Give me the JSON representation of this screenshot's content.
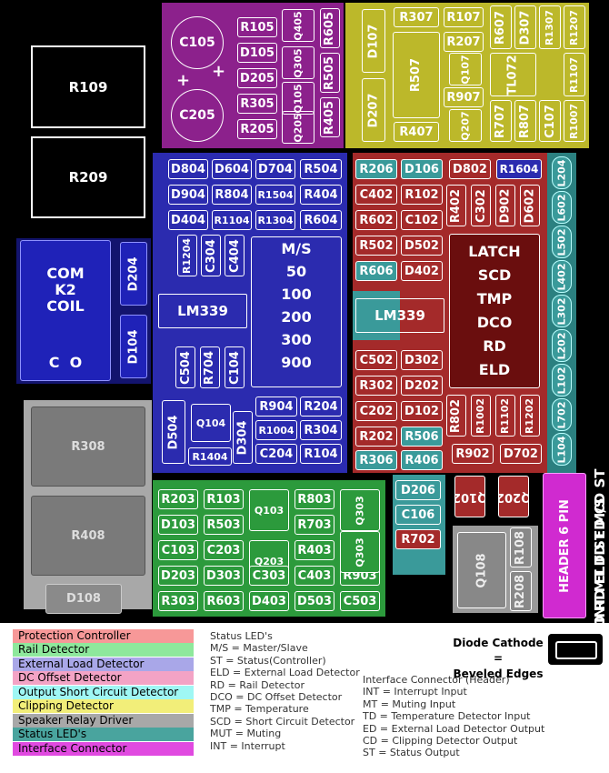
{
  "colors": {
    "protection": "#f79898",
    "rail": "#8ee89c",
    "external_load": "#a9a7e8",
    "dc_offset": "#f3a3c5",
    "short_circuit": "#9ff7f4",
    "clipping": "#f2ee79",
    "relay": "#a8a8a8",
    "status_led": "#49a49e",
    "interface": "#e04ae0"
  },
  "board": {
    "relay_block": {
      "r109": "R109",
      "r209": "R209",
      "r308": "R308",
      "r408": "R408",
      "d108": "D108"
    },
    "dc_block": {
      "c105": "C105",
      "c205": "C205",
      "plus": "+",
      "parts": [
        "R105",
        "D105",
        "D205",
        "R305",
        "R205",
        "Q405",
        "Q305",
        "Q105",
        "Q205",
        "R605",
        "R505",
        "R405"
      ]
    },
    "clip_block": {
      "parts": [
        "R307",
        "R107",
        "R607",
        "D307",
        "R1307",
        "D107",
        "R207",
        "R1207",
        "R507",
        "R907",
        "D207",
        "R707",
        "R807",
        "C107",
        "R1107",
        "R407",
        "Q107",
        "Q207",
        "R1007",
        "TL072"
      ]
    },
    "coil_block": {
      "com": "COM",
      "k2": "K2",
      "coil": "COIL",
      "c": "C",
      "o": "O",
      "d204": "D204",
      "d104": "D104"
    },
    "load_block": {
      "parts": [
        "D804",
        "D604",
        "D704",
        "R504",
        "D904",
        "R804",
        "R1504",
        "R404",
        "D404",
        "R1104",
        "R1304",
        "R604",
        "R1204",
        "C304",
        "C404",
        "LM339",
        "C504",
        "R704",
        "C104",
        "D504",
        "Q104",
        "D304",
        "R1404",
        "R904",
        "R204",
        "R1004",
        "R304",
        "C204",
        "R104"
      ],
      "ms_header": "M/S",
      "ms_values": [
        "50",
        "100",
        "200",
        "300",
        "900"
      ]
    },
    "prot_block": {
      "parts": [
        "R206",
        "D106",
        "D802",
        "R1604",
        "C402",
        "R102",
        "R402",
        "C302",
        "D902",
        "D602",
        "R602",
        "C102",
        "R502",
        "D502",
        "R606",
        "D402",
        "LM339",
        "C502",
        "D302",
        "R302",
        "D202",
        "C202",
        "D102",
        "R202",
        "R506",
        "R306",
        "R406",
        "R802",
        "R1002",
        "R1102",
        "R1202",
        "R902",
        "D702",
        "Q102",
        "Q202",
        "D206",
        "C106",
        "R702"
      ],
      "latch_items": [
        "LATCH",
        "SCD",
        "TMP",
        "DCO",
        "RD",
        "ELD"
      ]
    },
    "status_block": {
      "leds": [
        "L204",
        "L602",
        "L502",
        "L402",
        "L302",
        "L202",
        "L102",
        "L702",
        "L104"
      ]
    },
    "rail_block": {
      "parts": [
        "R203",
        "R103",
        "Q103",
        "R803",
        "Q303",
        "D103",
        "R503",
        "R703",
        "C103",
        "C203",
        "Q203",
        "R403",
        "D203",
        "D303",
        "C303",
        "C403",
        "R903",
        "R303",
        "R603",
        "D403",
        "D503",
        "C503"
      ]
    },
    "header_block": {
      "label": "HEADER 6 PIN",
      "q108": "Q108",
      "r108": "R108",
      "r208": "R208"
    },
    "right_labels": {
      "top": "INT MUT SCD TMP DCO RD ELD ST M/S",
      "bottom": "INT MT TD ED CD ST"
    }
  },
  "legend": {
    "items": [
      "Protection Controller",
      "Rail Detector",
      "External Load Detector",
      "DC Offset Detector",
      "Output Short Circuit Detector",
      "Clipping Detector",
      "Speaker Relay Driver",
      "Status LED's",
      "Interface Connector"
    ],
    "status_title": "Status LED's",
    "status_lines": [
      "M/S = Master/Slave",
      "ST = Status(Controller)",
      "ELD = External Load Detector",
      "RD = Rail Detector",
      "DCO = DC Offset Detector",
      "TMP = Temperature",
      "SCD = Short Circuit Detector",
      "MUT = Muting",
      "INT = Interrupt"
    ],
    "iface_title": "Interface Connector (Header)",
    "iface_lines": [
      "INT = Interrupt Input",
      "MT = Muting Input",
      "TD = Temperature Detector Input",
      "ED = External Load Detector Output",
      "CD = Clipping Detector Output",
      "ST = Status Output"
    ],
    "cathode_line1": "Diode Cathode =",
    "cathode_line2": "Beveled Edges"
  }
}
